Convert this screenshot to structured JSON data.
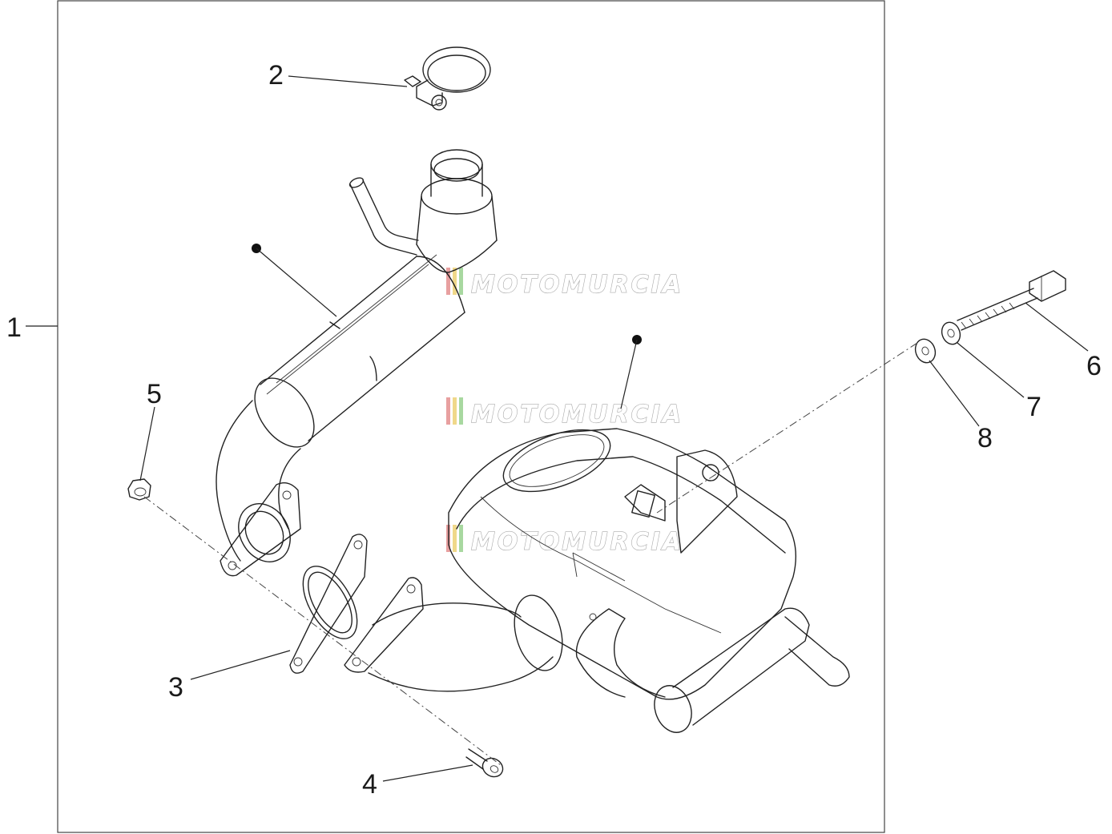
{
  "diagram": {
    "callouts": [
      {
        "id": "1",
        "label": "1"
      },
      {
        "id": "2",
        "label": "2"
      },
      {
        "id": "3",
        "label": "3"
      },
      {
        "id": "4",
        "label": "4"
      },
      {
        "id": "5",
        "label": "5"
      },
      {
        "id": "6",
        "label": "6"
      },
      {
        "id": "7",
        "label": "7"
      },
      {
        "id": "8",
        "label": "8"
      }
    ],
    "watermark": "MOTOMURCIA"
  }
}
